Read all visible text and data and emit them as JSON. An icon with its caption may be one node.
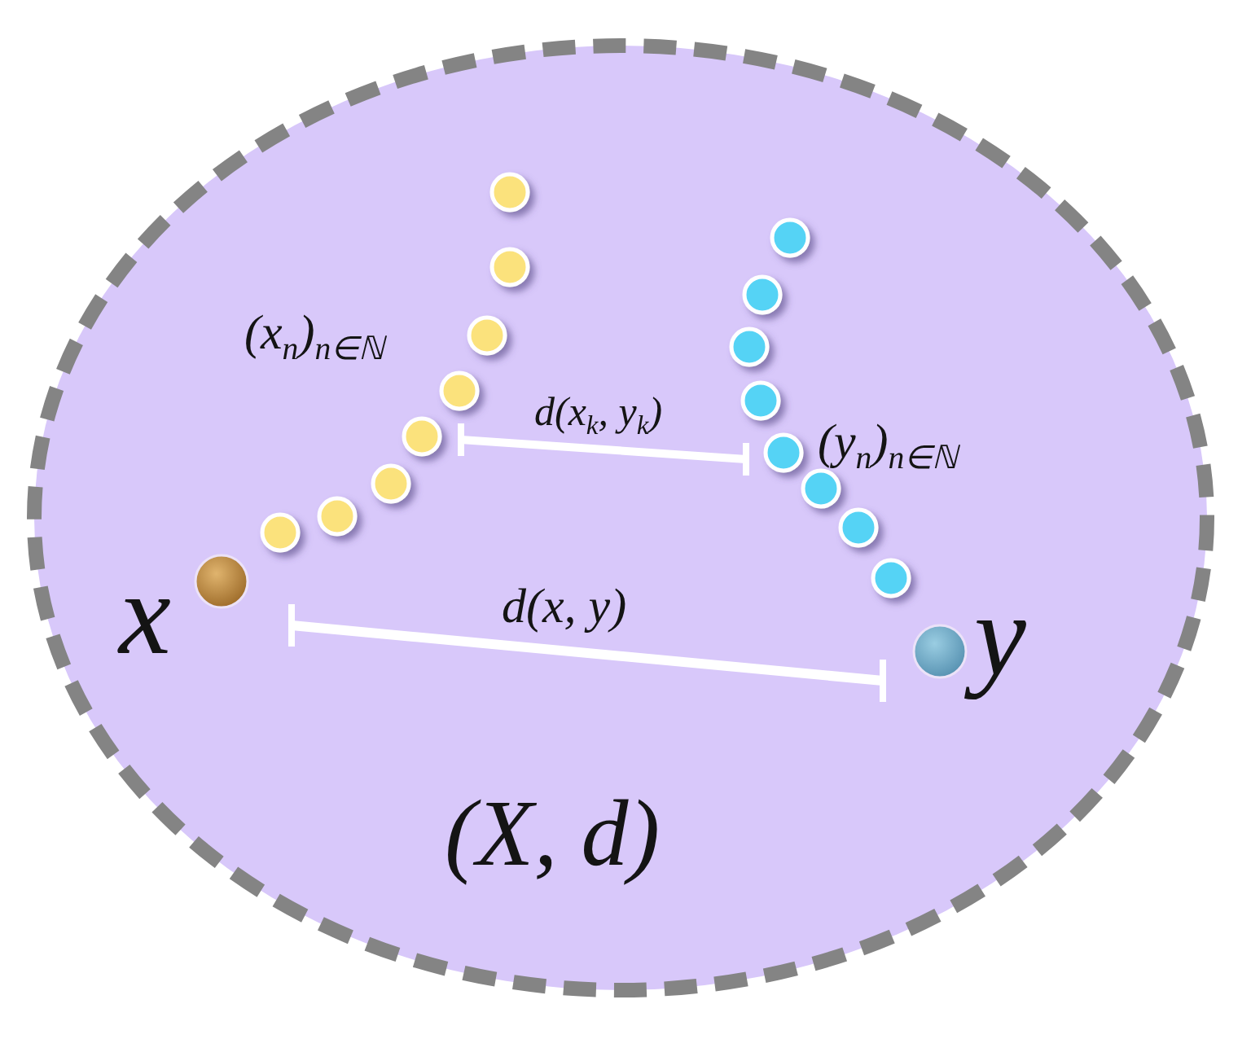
{
  "diagram": {
    "nodes": [
      {
        "text": [
          "(X, d)"
        ]
      },
      {
        "text": [],
        "shape": "circle",
        "in": 0,
        "beside": [
          "x"
        ]
      },
      {
        "text": [],
        "shape": "circle",
        "in": 0,
        "beside": [
          "y"
        ]
      }
    ],
    "labels": [
      "(x$_{n}$)$_{n∈ℕ}$",
      "d(x$_{k}$, y$_{k}$)",
      "(y$_{n}$)$_{n∈ℕ}$",
      "d(x, y)"
    ]
  }
}
